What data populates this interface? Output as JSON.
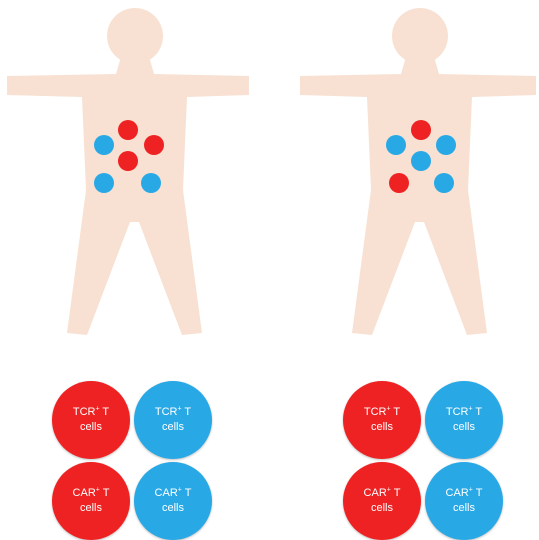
{
  "colors": {
    "skin": "#F8E1D2",
    "red_cell": "#EE2222",
    "blue_cell": "#29A8E6"
  },
  "panels": [
    {
      "body_cells": [
        {
          "color": "red"
        },
        {
          "color": "blue"
        },
        {
          "color": "red"
        },
        {
          "color": "red"
        },
        {
          "color": "blue"
        },
        {
          "color": "blue"
        }
      ],
      "legend": [
        {
          "prefix": "TCR",
          "sup": "+",
          "suffix": " T",
          "line2": "cells",
          "color": "red"
        },
        {
          "prefix": "TCR",
          "sup": "+",
          "suffix": " T",
          "line2": "cells",
          "color": "blue"
        },
        {
          "prefix": "CAR",
          "sup": "+",
          "suffix": " T",
          "line2": "cells",
          "color": "red"
        },
        {
          "prefix": "CAR",
          "sup": "+",
          "suffix": " T",
          "line2": "cells",
          "color": "blue"
        }
      ]
    },
    {
      "body_cells": [
        {
          "color": "red"
        },
        {
          "color": "blue"
        },
        {
          "color": "blue"
        },
        {
          "color": "blue"
        },
        {
          "color": "red"
        },
        {
          "color": "blue"
        }
      ],
      "legend": [
        {
          "prefix": "TCR",
          "sup": "+",
          "suffix": " T",
          "line2": "cells",
          "color": "red"
        },
        {
          "prefix": "TCR",
          "sup": "+",
          "suffix": " T",
          "line2": "cells",
          "color": "blue"
        },
        {
          "prefix": "CAR",
          "sup": "+",
          "suffix": " T",
          "line2": "cells",
          "color": "red"
        },
        {
          "prefix": "CAR",
          "sup": "+",
          "suffix": " T",
          "line2": "cells",
          "color": "blue"
        }
      ]
    }
  ]
}
